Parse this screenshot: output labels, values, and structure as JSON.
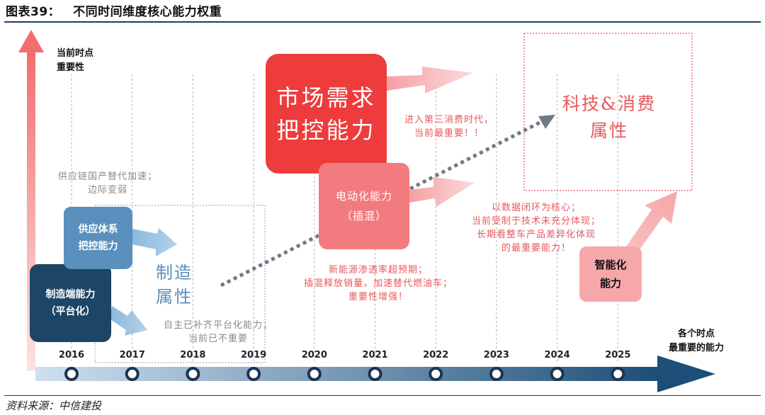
{
  "figure": {
    "label": "图表39：",
    "title": "不同时间维度核心能力权重",
    "source": "资料来源：中信建投"
  },
  "axes": {
    "y_label": "当前时点\n重要性",
    "x_label": "各个时点\n最重要的能力",
    "years": [
      "2016",
      "2017",
      "2018",
      "2019",
      "2020",
      "2021",
      "2022",
      "2023",
      "2024",
      "2025"
    ]
  },
  "boxes": {
    "manufacturing": "制造端能力\n（平台化）",
    "supply": "供应体系\n把控能力",
    "market": "市场需求\n把控能力",
    "ev": "电动化能力\n（插混）",
    "smart": "智能化\n能力"
  },
  "attributes": {
    "manufacturing_attr": "制造\n属性",
    "tech_consumer_attr": "科技&消费\n属性"
  },
  "notes": {
    "supply_note": "供应链国产替代加速；\n边际变弱",
    "platform_note": "自主已补齐平台化能力；\n当前已不重要",
    "market_note": "进入第三消费时代，\n当前最重要！！",
    "ev_note": "新能源渗透率超预期；\n插混释放销量，加速替代燃油车；\n重要性增强！",
    "smart_note": "以数据闭环为核心；\n当前受制于技术未充分体现；\n长期看整车产品差异化体现\n的最重要能力！"
  },
  "colors": {
    "dark_blue": "#1c4566",
    "mid_blue": "#4f87b8",
    "light_blue": "#7fb0d6",
    "red": "#ee3b3b",
    "pink": "#f27b7f",
    "light_pink": "#f6a7aa",
    "gray_text": "#8a8a8a",
    "red_text": "#e8585c"
  }
}
